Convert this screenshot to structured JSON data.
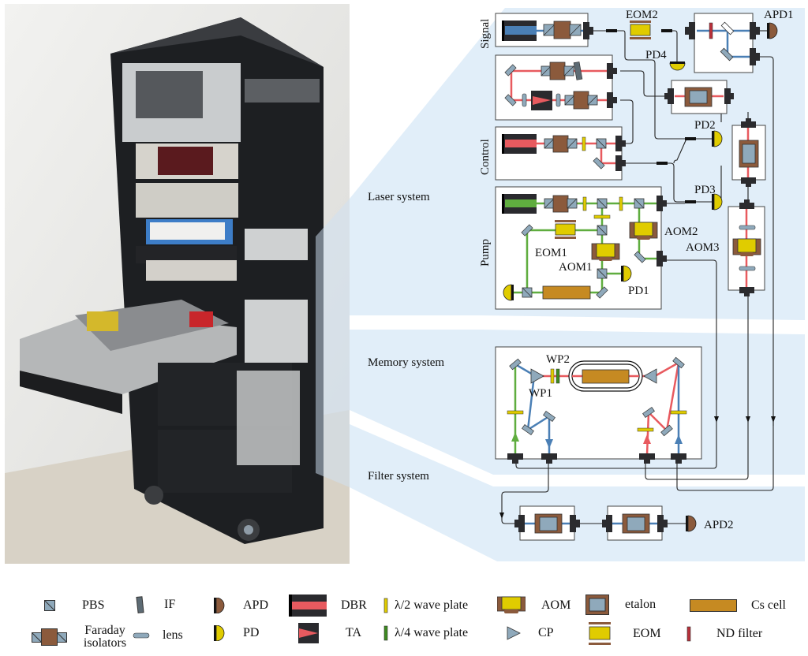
{
  "figure": {
    "photo": {
      "subject": "equipment-rack-with-pulled-out-drawer"
    },
    "system_labels": {
      "laser": "Laser system",
      "memory": "Memory system",
      "filter": "Filter system"
    },
    "subsystem_labels": {
      "signal": "Signal",
      "control": "Control",
      "pump": "Pump"
    },
    "component_labels": {
      "eom2": "EOM2",
      "apd1": "APD1",
      "pd4": "PD4",
      "pd2": "PD2",
      "pd3": "PD3",
      "aom2": "AOM2",
      "aom3": "AOM3",
      "eom1": "EOM1",
      "aom1": "AOM1",
      "pd1": "PD1",
      "wp2": "WP2",
      "wp1": "WP1",
      "apd2": "APD2"
    },
    "colors": {
      "band": "#dcebf8",
      "signal_beam": "#4a7fb5",
      "control_beam": "#e85a5f",
      "pump_beam": "#5fad3f",
      "brown": "#8b5a3c",
      "yellow": "#e0cc00",
      "glass": "#8fa9bb",
      "cs_cell": "#c68a22",
      "nd_filter": "#b8303a"
    }
  },
  "legend": {
    "row1": [
      {
        "icon": "pbs-icon",
        "label": "PBS"
      },
      {
        "icon": "interference-filter-icon",
        "label": "IF"
      },
      {
        "icon": "apd-icon",
        "label": "APD"
      },
      {
        "icon": "dbr-laser-icon",
        "label": "DBR"
      },
      {
        "icon": "half-wave-plate-icon",
        "label": "λ/2 wave plate"
      },
      {
        "icon": "aom-icon",
        "label": "AOM"
      },
      {
        "icon": "etalon-icon",
        "label": "etalon"
      },
      {
        "icon": "cs-cell-icon",
        "label": "Cs cell"
      }
    ],
    "row2": [
      {
        "icon": "faraday-isolator-icon",
        "label": "Faraday isolators"
      },
      {
        "icon": "lens-icon",
        "label": "lens"
      },
      {
        "icon": "pd-icon",
        "label": "PD"
      },
      {
        "icon": "tapered-amplifier-icon",
        "label": "TA"
      },
      {
        "icon": "quarter-wave-plate-icon",
        "label": "λ/4 wave plate"
      },
      {
        "icon": "corner-prism-icon",
        "label": "CP"
      },
      {
        "icon": "eom-icon",
        "label": "EOM"
      },
      {
        "icon": "nd-filter-icon",
        "label": "ND filter"
      }
    ]
  }
}
